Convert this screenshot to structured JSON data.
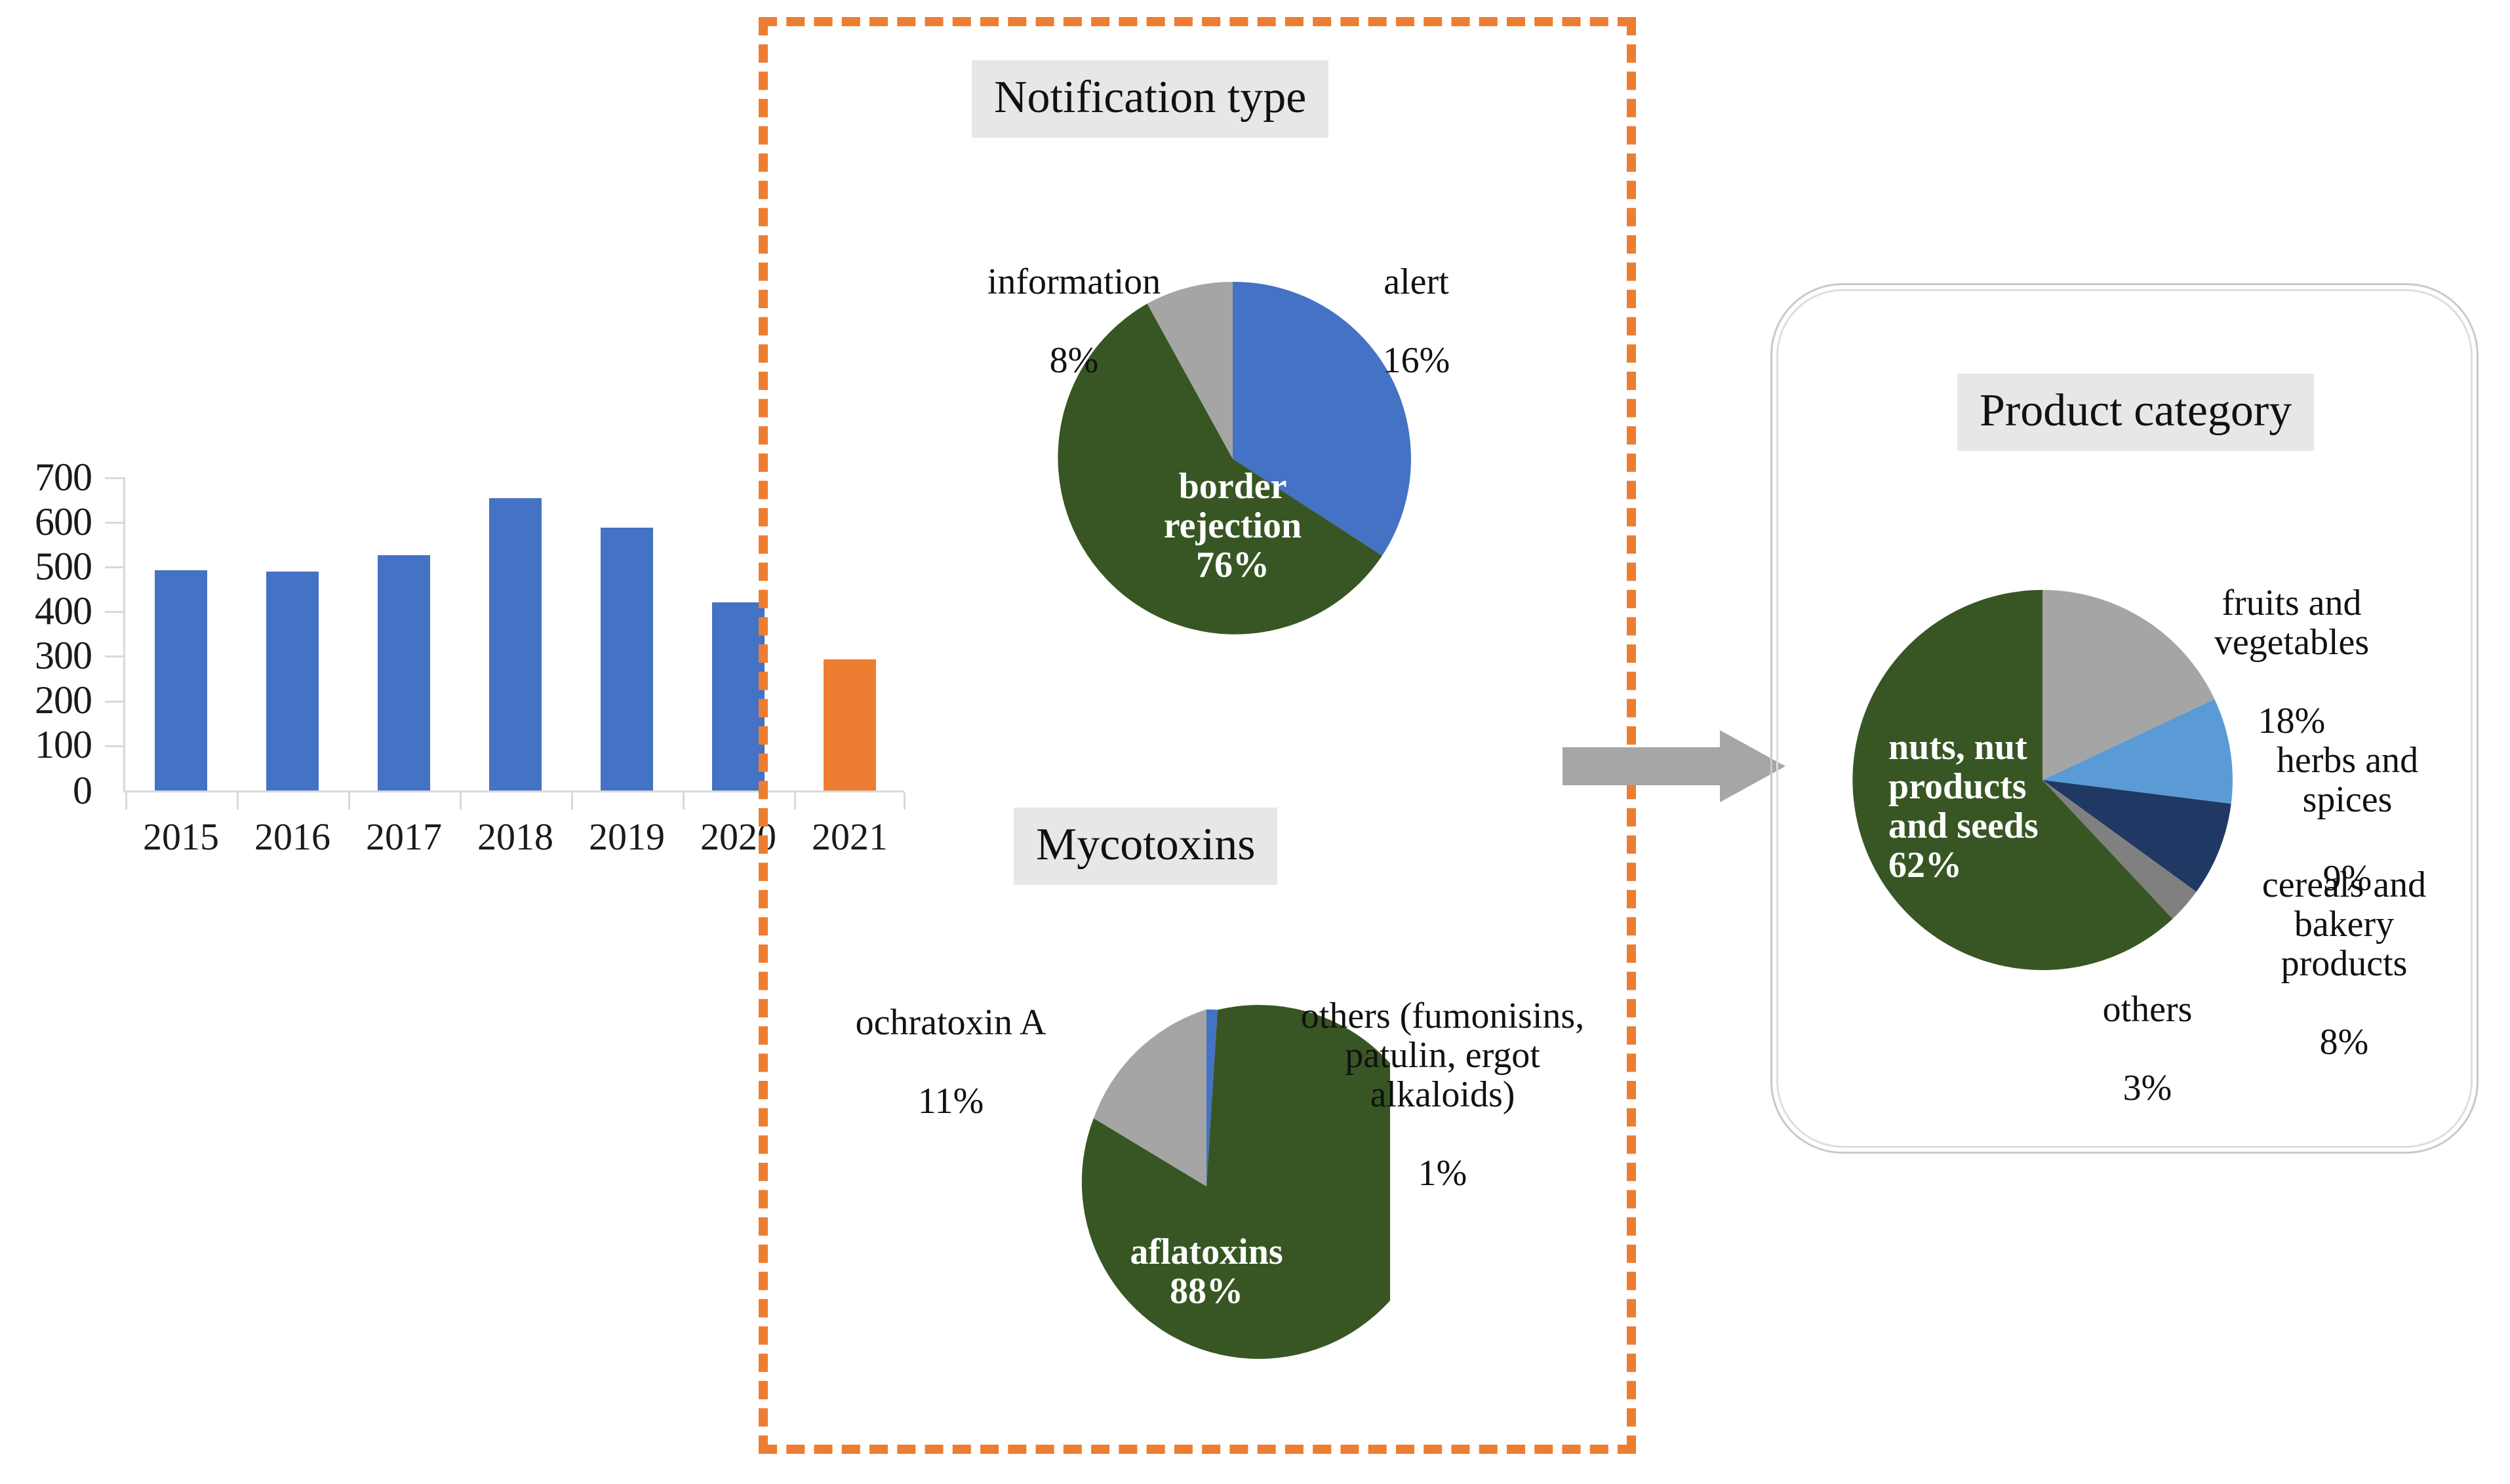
{
  "chart_data": [
    {
      "type": "bar",
      "name": "notifications-by-year",
      "title": "",
      "xlabel": "",
      "ylabel": "",
      "categories": [
        "2015",
        "2016",
        "2017",
        "2018",
        "2019",
        "2020",
        "2021"
      ],
      "values": [
        493,
        490,
        527,
        653,
        587,
        420,
        293
      ],
      "bar_colors": [
        "#4472c4",
        "#4472c4",
        "#4472c4",
        "#4472c4",
        "#4472c4",
        "#4472c4",
        "#ed7d31"
      ],
      "ylim": [
        0,
        700
      ],
      "y_ticks": [
        "700",
        "600",
        "500",
        "400",
        "300",
        "200",
        "100",
        "0"
      ],
      "y_tick_values": [
        700,
        600,
        500,
        400,
        300,
        200,
        100,
        0
      ],
      "grid": false,
      "legend": "none"
    },
    {
      "type": "pie",
      "name": "notification-type",
      "title": "Notification type",
      "categories": [
        "alert",
        "border rejection",
        "information"
      ],
      "values": [
        16,
        76,
        8
      ],
      "labels": [
        "alert\n16%",
        "border rejection\n76%",
        "information\n8%"
      ],
      "colors": [
        "#4472c4",
        "#375623",
        "#a5a5a5"
      ],
      "legend": "callout-labels"
    },
    {
      "type": "pie",
      "name": "mycotoxins",
      "title": "Mycotoxins",
      "categories": [
        "aflatoxins",
        "ochratoxin A",
        "others (fumonisins, patulin, ergot alkaloids)"
      ],
      "values": [
        88,
        11,
        1
      ],
      "labels": [
        "aflatoxins\n88%",
        "ochratoxin A\n11%",
        "others (fumonisins, patulin, ergot alkaloids)\n1%"
      ],
      "colors": [
        "#375623",
        "#a5a5a5",
        "#4472c4"
      ],
      "legend": "callout-labels"
    },
    {
      "type": "pie",
      "name": "product-category",
      "title": "Product category",
      "categories": [
        "nuts, nut products and seeds",
        "fruits and vegetables",
        "herbs and spices",
        "cereals and bakery products",
        "others"
      ],
      "values": [
        62,
        18,
        9,
        8,
        3
      ],
      "labels": [
        "nuts, nut products and seeds\n62%",
        "fruits and vegetables\n18%",
        "herbs and spices\n9%",
        "cereals and bakery products\n8%",
        "others\n3%"
      ],
      "colors": [
        "#375623",
        "#a5a5a5",
        "#5b9bd5",
        "#203864",
        "#808080"
      ],
      "legend": "callout-labels"
    }
  ],
  "bar_chart": {
    "y_ticks": [
      "700",
      "600",
      "500",
      "400",
      "300",
      "200",
      "100",
      "0"
    ],
    "x_labels": [
      "2015",
      "2016",
      "2017",
      "2018",
      "2019",
      "2020",
      "2021"
    ]
  },
  "notification_type": {
    "title": "Notification type",
    "callouts": {
      "information_name": "information",
      "information_pct": "8%",
      "alert_name": "alert",
      "alert_pct": "16%"
    },
    "inner_label": "border\nrejection\n76%"
  },
  "mycotoxins": {
    "title": "Mycotoxins",
    "callouts": {
      "ochratoxin_name": "ochratoxin A",
      "ochratoxin_pct": "11%",
      "others_name": "others (fumonisins,\npatulin, ergot\nalkaloids)",
      "others_pct": "1%"
    },
    "inner_label": "aflatoxins\n88%"
  },
  "product_category": {
    "title": "Product category",
    "callouts": {
      "fruits_name": "fruits and\nvegetables",
      "fruits_pct": "18%",
      "herbs_name": "herbs and\nspices",
      "herbs_pct": "9%",
      "cereals_name": "cereals and\nbakery\nproducts",
      "cereals_pct": "8%",
      "others_name": "others",
      "others_pct": "3%"
    },
    "inner_label": "nuts, nut\nproducts\nand seeds\n62%"
  },
  "colors": {
    "blue": "#4472c4",
    "orange": "#ed7d31",
    "dark_green": "#375623",
    "gray": "#a5a5a5",
    "light_blue": "#5b9bd5",
    "navy": "#203864",
    "dark_gray": "#808080",
    "chip_background": "#e7e7e7",
    "arrow_gray": "#a6a6a6",
    "axis_gray": "#d9d9d9",
    "card_border": "#c9c9c9"
  }
}
